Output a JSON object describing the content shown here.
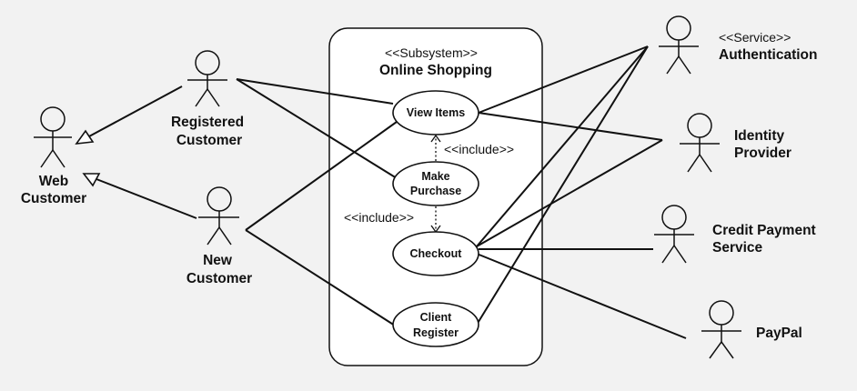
{
  "subsystem": {
    "stereotype": "<<Subsystem>>",
    "name": "Online Shopping"
  },
  "actors": {
    "web_customer": [
      "Web",
      "Customer"
    ],
    "registered_customer": [
      "Registered",
      "Customer"
    ],
    "new_customer": [
      "New",
      "Customer"
    ],
    "authentication_stereotype": "<<Service>>",
    "authentication": [
      "Authentication"
    ],
    "identity_provider": [
      "Identity",
      "Provider"
    ],
    "credit_payment": [
      "Credit Payment",
      "Service"
    ],
    "paypal": [
      "PayPal"
    ]
  },
  "use_cases": {
    "view_items": [
      "View Items"
    ],
    "make_purchase": [
      "Make",
      "Purchase"
    ],
    "checkout": [
      "Checkout"
    ],
    "client_register": [
      "Client",
      "Register"
    ]
  },
  "relations": {
    "include_1": "<<include>>",
    "include_2": "<<include>>"
  }
}
